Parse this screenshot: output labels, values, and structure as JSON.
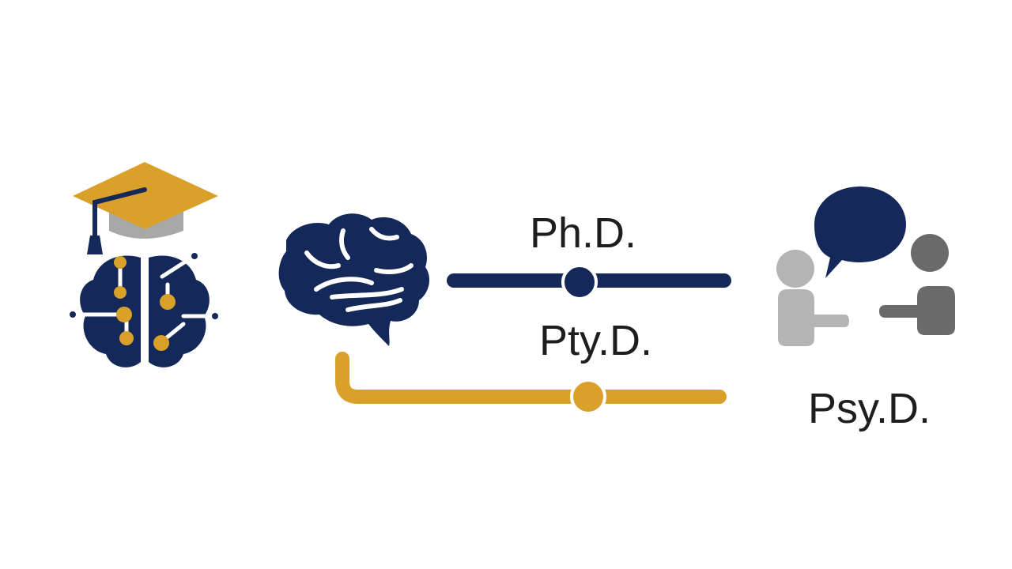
{
  "labels": {
    "phd": "Ph.D.",
    "ptyd": "Pty.D.",
    "psyd": "Psy.D."
  },
  "colors": {
    "navy": "#14285a",
    "gold": "#d9a02a",
    "light_gray": "#b4b4b4",
    "dark_gray": "#6a6a6a",
    "cap_band_gray": "#a8a8a8",
    "text": "#1e1e1e"
  },
  "icons": {
    "left": "academic-brain-circuit-icon",
    "middle": "brain-icon",
    "right": "counseling-conversation-icon"
  }
}
